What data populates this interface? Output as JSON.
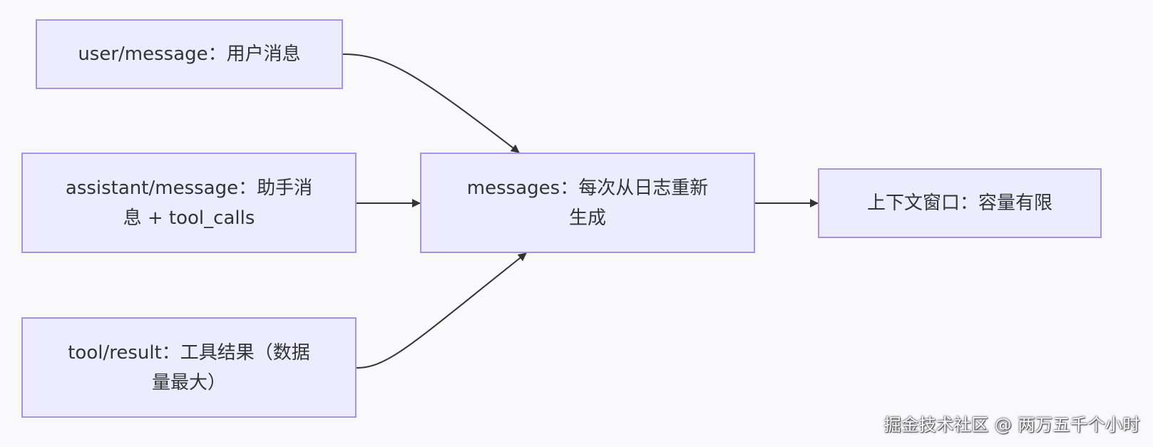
{
  "nodes": {
    "user_message": "user/message：用户消息",
    "assistant_message": "assistant/message：助手消息 + tool_calls",
    "tool_result": "tool/result：工具结果（数据量最大）",
    "messages": "messages：每次从日志重新生成",
    "context_window": "上下文窗口：容量有限"
  },
  "edges": [
    {
      "from": "user_message",
      "to": "messages"
    },
    {
      "from": "assistant_message",
      "to": "messages"
    },
    {
      "from": "tool_result",
      "to": "messages"
    },
    {
      "from": "messages",
      "to": "context_window"
    }
  ],
  "watermark": "掘金技术社区 @ 两万五千个小时",
  "colors": {
    "node_fill": "#ececfe",
    "node_border": "#a994e0",
    "edge": "#333333",
    "background": "#f9f9fc"
  }
}
